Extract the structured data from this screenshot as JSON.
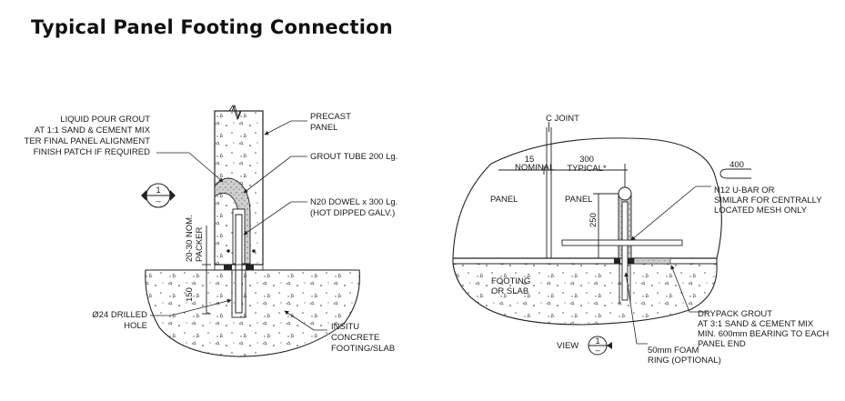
{
  "title": "Typical Panel Footing Connection",
  "left_detail": {
    "labels": {
      "liquid_pour_1": "LIQUID POUR GROUT",
      "liquid_pour_2": "AT 1:1 SAND & CEMENT MIX",
      "liquid_pour_3": "TER FINAL PANEL ALIGNMENT",
      "liquid_pour_4": "FINISH PATCH IF REQUIRED",
      "precast_1": "PRECAST",
      "precast_2": "PANEL",
      "grout_tube": "GROUT TUBE 200 Lg.",
      "dowel_1": "N20 DOWEL x 300 Lg.",
      "dowel_2": "(HOT DIPPED GALV.)",
      "packer_1": "20-30 NOM.",
      "packer_2": "PACKER",
      "dim_150": "150",
      "drilled_1": "Ø24 DRILLED",
      "drilled_2": "HOLE",
      "insitu_1": "INSITU",
      "insitu_2": "CONCRETE",
      "insitu_3": "FOOTING/SLAB",
      "section_marker": "1",
      "section_marker_sub": "–"
    }
  },
  "right_detail": {
    "labels": {
      "c_joint": "C JOINT",
      "dim_15": "15",
      "nominal": "NOMINAL",
      "dim_300": "300",
      "typical": "TYPICAL*",
      "panel_left": "PANEL",
      "panel_right": "PANEL",
      "dim_250": "250",
      "dim_400": "400",
      "ubar_1": "N12 U-BAR OR",
      "ubar_2": "SIMILAR FOR CENTRALLY",
      "ubar_3": "LOCATED MESH ONLY",
      "footing_1": "FOOTING",
      "footing_2": "OR SLAB",
      "drypack_1": "DRYPACK GROUT",
      "drypack_2": "AT 3:1 SAND & CEMENT MIX",
      "drypack_3": "MIN. 600mm BEARING TO EACH",
      "drypack_4": "PANEL END",
      "view": "VIEW",
      "view_marker": "1",
      "view_marker_sub": "–",
      "foam_1": "50mm FOAM",
      "foam_2": "RING (OPTIONAL)"
    }
  }
}
